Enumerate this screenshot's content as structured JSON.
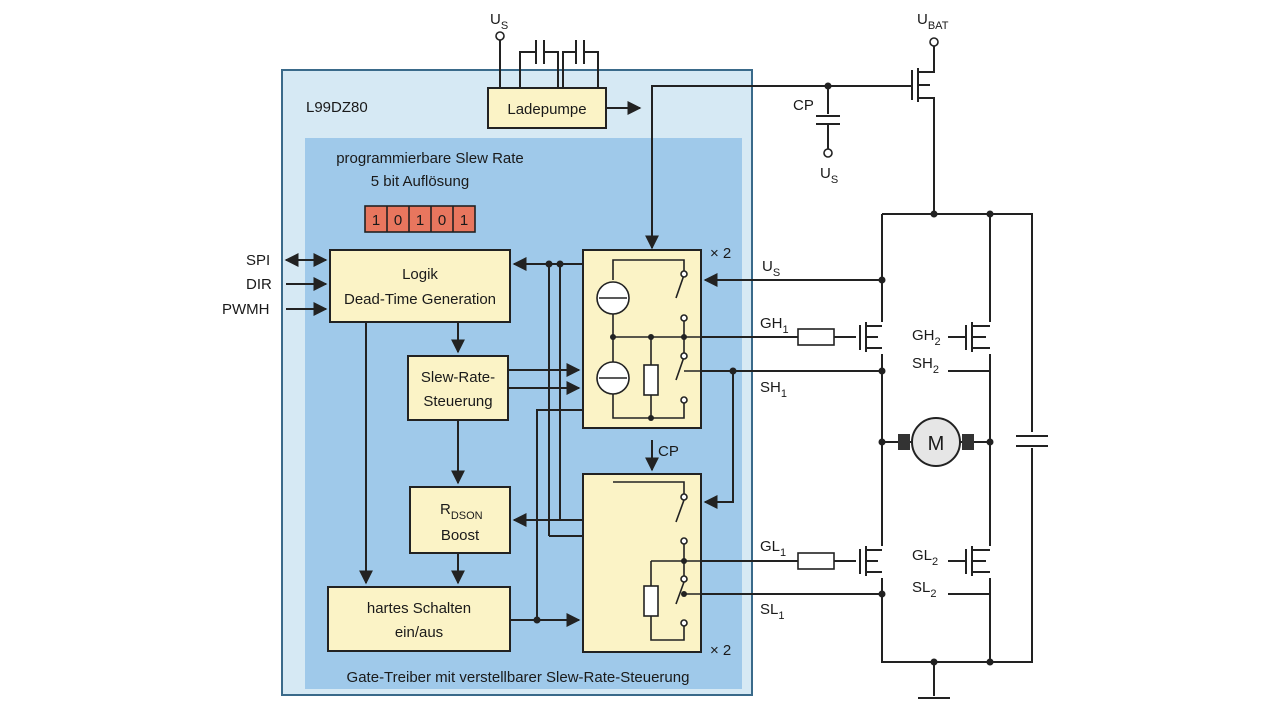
{
  "chip": {
    "name": "L99DZ80",
    "slew_title_1": "programmierbare Slew Rate",
    "slew_title_2": "5 bit Auflösung",
    "bits": [
      "1",
      "0",
      "1",
      "0",
      "1"
    ],
    "footer": "Gate-Treiber mit verstellbarer Slew-Rate-Steuerung"
  },
  "blocks": {
    "ladepumpe": "Ladepumpe",
    "logik_1": "Logik",
    "logik_2": "Dead-Time Generation",
    "slew_1": "Slew-Rate-",
    "slew_2": "Steuerung",
    "rdson_main": "R",
    "rdson_sub": "DSON",
    "rdson_2": "Boost",
    "hart_1": "hartes Schalten",
    "hart_2": "ein/aus"
  },
  "inputs": [
    "SPI",
    "DIR",
    "PWMH"
  ],
  "labels": {
    "us_top": "U",
    "us_top_sub": "S",
    "ubat": "U",
    "ubat_sub": "BAT",
    "cp_cap": "CP",
    "us_cap": "U",
    "us_cap_sub": "S",
    "x2_top": "× 2",
    "x2_bottom": "× 2",
    "cp_arrow": "CP",
    "us_right": "U",
    "us_right_sub": "S",
    "gh1": "GH",
    "gh1_sub": "1",
    "sh1": "SH",
    "sh1_sub": "1",
    "gl1": "GL",
    "gl1_sub": "1",
    "sl1": "SL",
    "sl1_sub": "1",
    "gh2": "GH",
    "gh2_sub": "2",
    "sh2": "SH",
    "sh2_sub": "2",
    "gl2": "GL",
    "gl2_sub": "2",
    "sl2": "SL",
    "sl2_sub": "2",
    "motor": "M"
  },
  "colors": {
    "outer_fill": "#d6e9f4",
    "inner_fill": "#9fc9ea",
    "block_fill": "#fbf3c6",
    "bit_fill": "#e8765e"
  }
}
